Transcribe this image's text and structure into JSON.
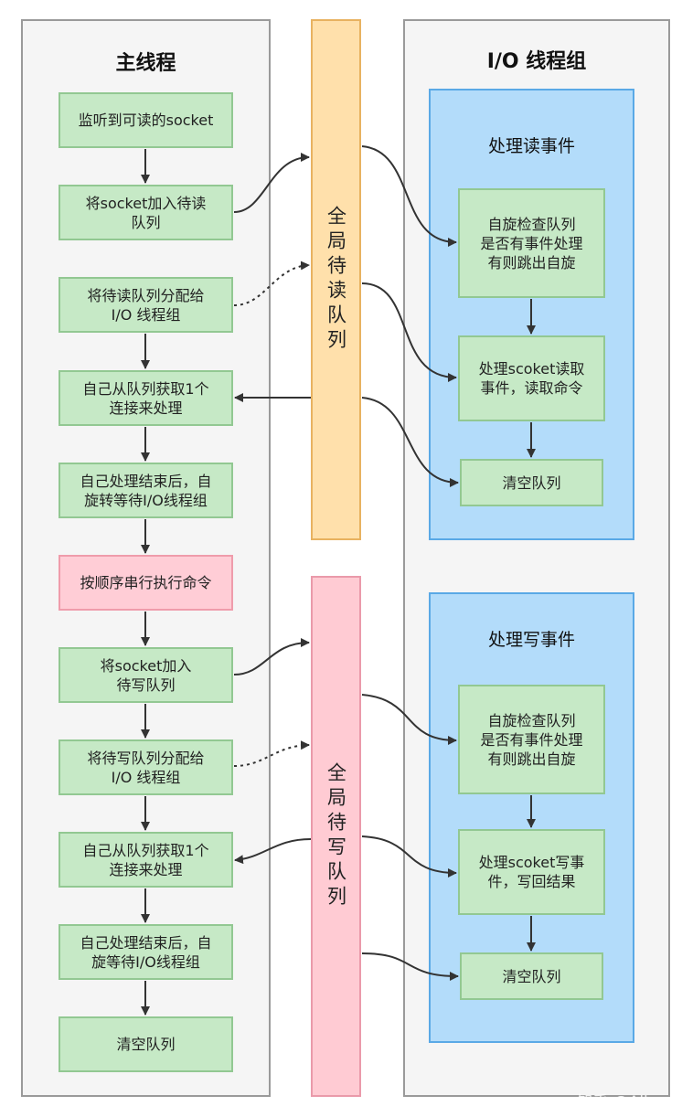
{
  "main_thread": {
    "title": "主线程",
    "steps": [
      "监听到可读的socket",
      "将socket加入待读\n队列",
      "将待读队列分配给\nI/O 线程组",
      "自己从队列获取1个\n连接来处理",
      "自己处理结束后，自\n旋转等待I/O线程组",
      "按顺序串行执行命令",
      "将socket加入\n待写队列",
      "将待写队列分配给\nI/O 线程组",
      "自己从队列获取1个\n连接来处理",
      "自己处理结束后，自\n旋等待I/O线程组",
      "清空队列"
    ]
  },
  "global_queues": {
    "read": "全局待读队列",
    "write": "全局待写队列"
  },
  "io_threads": {
    "title": "I/O 线程组",
    "read_group": {
      "title": "处理读事件",
      "steps": [
        "自旋检查队列\n是否有事件处理\n有则跳出自旋",
        "处理scoket读取\n事件，读取命令",
        "清空队列"
      ]
    },
    "write_group": {
      "title": "处理写事件",
      "steps": [
        "自旋检查队列\n是否有事件处理\n有则跳出自旋",
        "处理scoket写事\n件，写回结果",
        "清空队列"
      ]
    }
  },
  "watermark": "知乎 @Allen",
  "colors": {
    "step_fill": "#c6e9c6",
    "highlight_fill": "#ffcdd6",
    "read_queue_fill": "#ffe0ab",
    "write_queue_fill": "#ffcbd3",
    "io_group_fill": "#b3dcfa",
    "arrow": "#333333"
  }
}
